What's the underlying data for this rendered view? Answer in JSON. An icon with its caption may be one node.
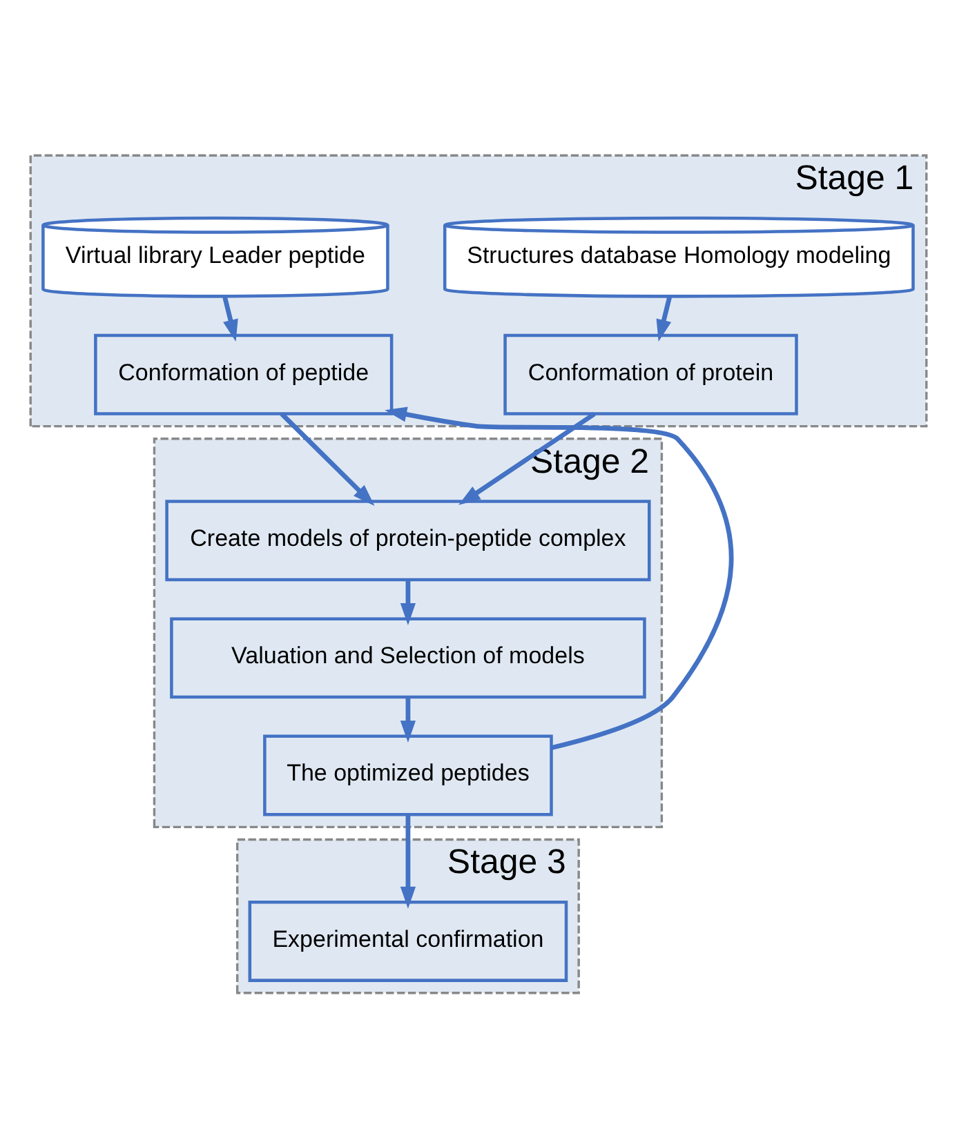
{
  "diagram": {
    "nodes": [
      {
        "text": [
          "Stage 1"
        ]
      },
      {
        "text": [
          "Structures database Homology modeling"
        ],
        "in": 0
      },
      {
        "text": [
          "Virtual library Leader peptide"
        ],
        "in": 0
      },
      {
        "text": [
          "Conformation of protein"
        ],
        "in": 0
      },
      {
        "text": [
          "Conformation of peptide"
        ],
        "in": 0
      },
      {
        "text": [
          "Stage 2"
        ]
      },
      {
        "text": [
          "Create models of protein-peptide complex"
        ],
        "in": 5
      },
      {
        "text": [
          "Valuation and Selection of models"
        ],
        "in": 5
      },
      {
        "text": [
          "The optimized peptides"
        ],
        "in": 5
      },
      {
        "text": [
          "Stage 3"
        ]
      },
      {
        "text": [
          "Experimental confirmation"
        ],
        "in": 9
      }
    ],
    "edges": [
      {
        "from": 1,
        "to": 3,
        "arrow": "to"
      },
      {
        "from": 2,
        "to": 4,
        "arrow": "to"
      },
      {
        "from": 3,
        "to": 6,
        "arrow": "to"
      },
      {
        "from": 4,
        "to": 6,
        "arrow": "to"
      },
      {
        "from": 6,
        "to": 7,
        "arrow": "to"
      },
      {
        "from": 7,
        "to": 8,
        "arrow": "to"
      },
      {
        "from": 8,
        "to": 10,
        "arrow": "to"
      },
      {
        "from": 8,
        "to": 4,
        "arrow": "to"
      }
    ]
  }
}
